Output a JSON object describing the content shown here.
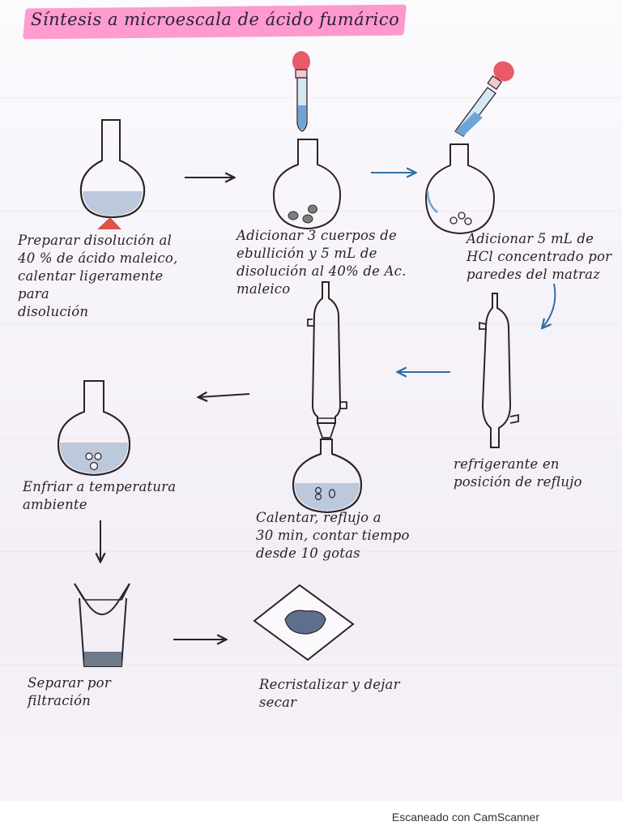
{
  "title": "Síntesis a microescala de ácido fumárico",
  "steps": {
    "s1": "Preparar disolución al\n40 % de ácido maleico,\ncalentar ligeramente para\ndisolución",
    "s2": "Adicionar 3 cuerpos de\nebullición y 5 mL de\ndisolución al 40% de Ac. maleico",
    "s3": "Adicionar     5 mL de\nHCl concentrado por\nparedes del matraz",
    "s4": "refrigerante en\nposición de reflujo",
    "s5": "Calentar, reflujo a\n30 min, contar tiempo\ndesde 10 gotas",
    "s6": "Enfriar a temperatura\nambiente",
    "s7": "Separar por\nfiltración",
    "s8": "Recristalizar y dejar\nsecar"
  },
  "footer": "Escaneado con CamScanner",
  "colors": {
    "ink": "#2b2326",
    "highlight": "#ff8cc8",
    "liquid": "#bcc8dc",
    "arrow_blue": "#2f6fa6",
    "dropper_red": "#e85a6a",
    "heat_triangle": "#e0524a",
    "crystals": "#5e6f8e"
  }
}
